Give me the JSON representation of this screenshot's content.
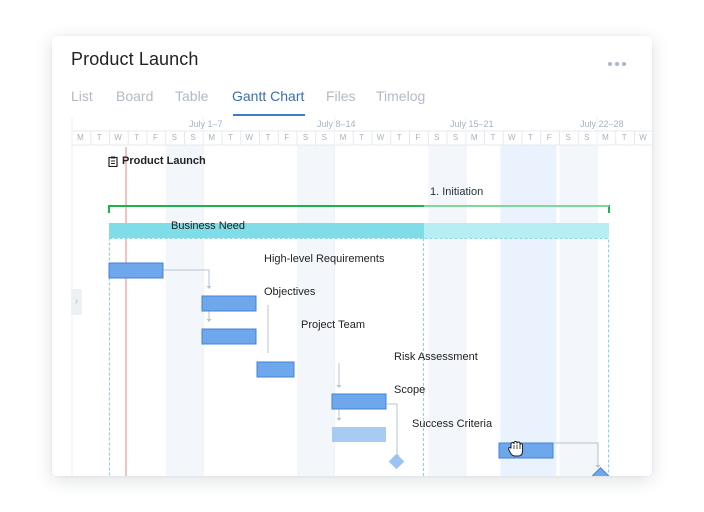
{
  "header": {
    "title": "Product Launch",
    "more_icon": "more-horizontal-icon"
  },
  "tabs": [
    "List",
    "Board",
    "Table",
    "Gantt Chart",
    "Files",
    "Timelog"
  ],
  "active_tab": "Gantt Chart",
  "timeline": {
    "weeks": [
      "July 1–7",
      "July 8–14",
      "July 15–21",
      "July 22–28"
    ],
    "day_letters": [
      "M",
      "T",
      "W",
      "T",
      "F",
      "S",
      "S",
      "M",
      "T",
      "W",
      "T",
      "F",
      "S",
      "S",
      "M",
      "T",
      "W",
      "T",
      "F",
      "S",
      "S",
      "M",
      "T",
      "W",
      "T",
      "F",
      "S",
      "S",
      "M",
      "T",
      "W"
    ]
  },
  "project": {
    "icon": "clipboard-icon",
    "name": "Product Launch"
  },
  "phase": {
    "name": "1. Initiation"
  },
  "tasks": [
    {
      "name": "Business Need"
    },
    {
      "name": "High-level Requirements"
    },
    {
      "name": "Objectives"
    },
    {
      "name": "Project Team"
    },
    {
      "name": "Risk Assessment"
    },
    {
      "name": "Scope"
    },
    {
      "name": "Success Criteria",
      "milestone": true
    },
    {
      "name": "",
      "dragging": true
    },
    {
      "name": "",
      "milestone": true
    }
  ],
  "colors": {
    "bar": "#6fa7ec",
    "bar_border": "#3f83da",
    "bar_light": "#a8cbf3",
    "phase": "#7fdde7",
    "phase_light": "#b6eef3",
    "project_line": "#1db24a",
    "today_line": "#f08080",
    "weekend": "#f3f6fa",
    "highlight_week": "#eaf3fd",
    "active_tab": "#3c6fa8"
  }
}
